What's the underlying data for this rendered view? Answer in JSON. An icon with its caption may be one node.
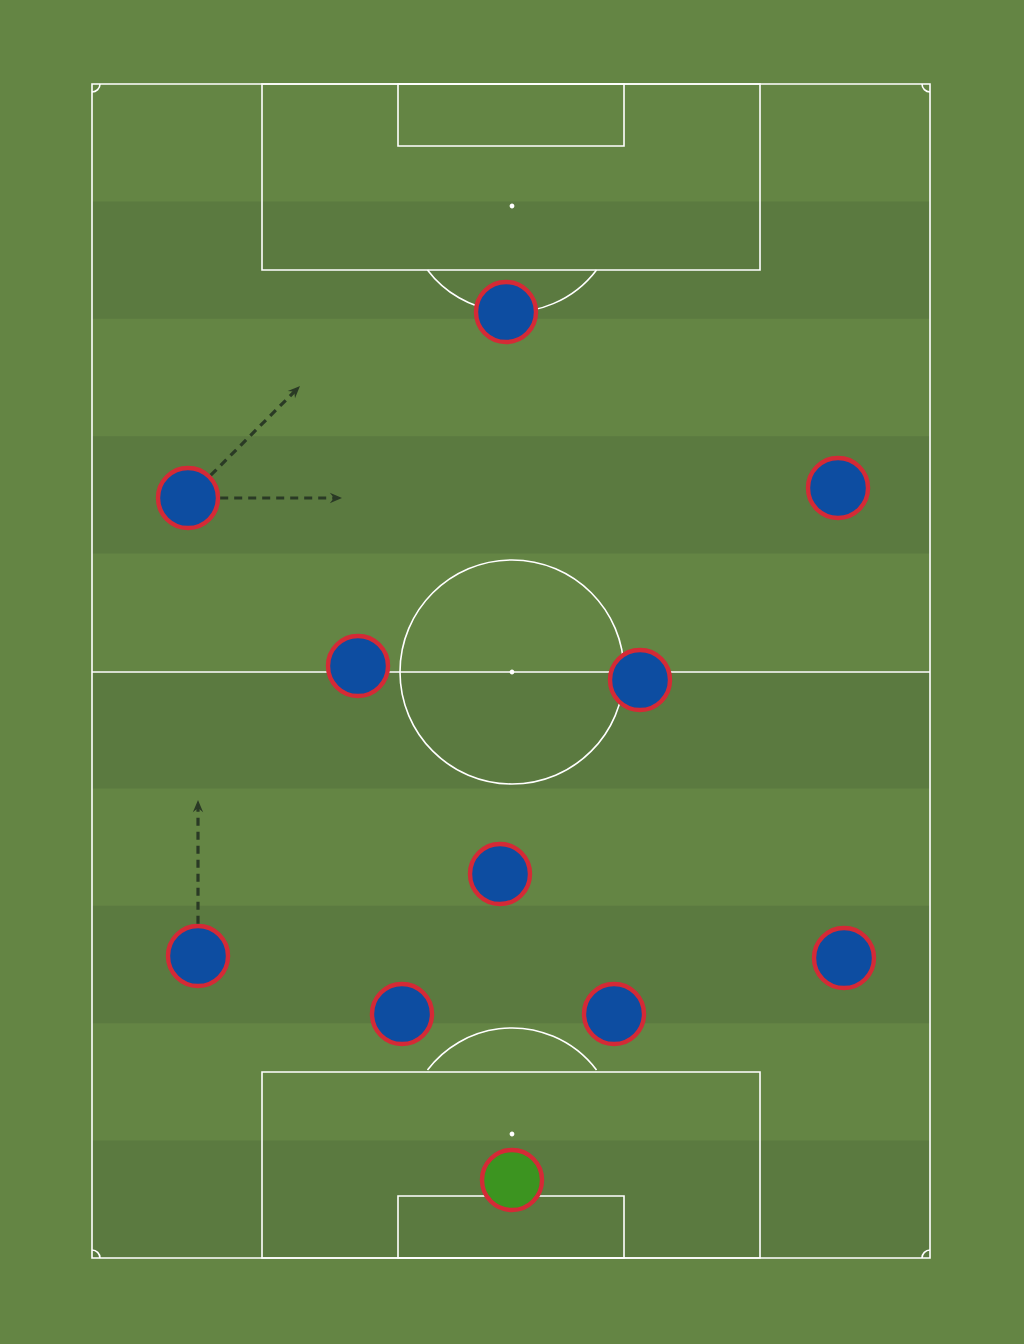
{
  "diagram": {
    "nodes": [
      {
        "text": [],
        "shape": "circle"
      },
      {
        "text": [],
        "shape": "circle"
      },
      {
        "text": [],
        "shape": "circle"
      },
      {
        "text": [],
        "shape": "circle"
      },
      {
        "text": [],
        "shape": "circle"
      },
      {
        "text": [],
        "shape": "circle"
      },
      {
        "text": [],
        "shape": "circle"
      },
      {
        "text": [],
        "shape": "circle"
      },
      {
        "text": [],
        "shape": "circle"
      },
      {
        "text": [],
        "shape": "circle"
      },
      {
        "text": [],
        "shape": "circle"
      }
    ],
    "edges": [
      {
        "from": 1,
        "to": null,
        "arrow": "to",
        "style": "dashed"
      },
      {
        "from": 1,
        "to": null,
        "arrow": "to",
        "style": "dashed"
      },
      {
        "from": 6,
        "to": null,
        "arrow": "to",
        "style": "dashed"
      }
    ]
  }
}
